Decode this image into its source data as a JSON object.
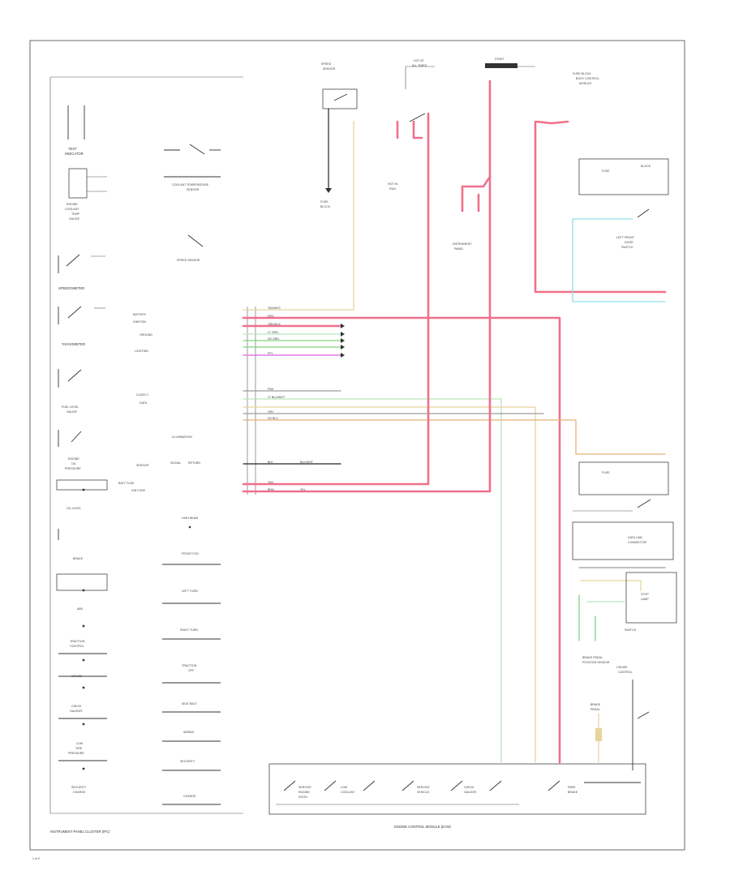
{
  "diagram": {
    "left_column_labels": [
      "TEST",
      "INDICATOR",
      "ENGINE",
      "COOLANT",
      "TEMP",
      "GAUGE",
      "SPEEDOMETER",
      "TACHOMETER",
      "FUEL LEVEL",
      "GAUGE",
      "ENGINE",
      "OIL",
      "PRESSURE",
      "OIL LEVEL",
      "BRAKE",
      "ABS",
      "TRACTION",
      "CONTROL",
      "CRUISE",
      "CHECK",
      "GAUGES",
      "LOW",
      "TIRE",
      "PRESSURE",
      "SECURITY",
      "CHARGE"
    ],
    "mid_column_labels": [
      "COOLANT TEMPERATURE",
      "SENSOR",
      "SPEED SENSOR",
      "HIGH BEAM",
      "FRONT FOG",
      "LEFT TURN",
      "RIGHT TURN",
      "TRACTION",
      "OFF",
      "SEAT BELT",
      "AIRBAG",
      "SECURITY",
      "CHARGE"
    ],
    "connector_labels": [
      "BATTERY",
      "IGNITION",
      "GROUND",
      "LIGHTING",
      "CLASS 2",
      "DATA",
      "ILLUMINATION",
      "SIGNAL",
      "SENSOR",
      "RETURN",
      "BATT FUSE",
      "IGN FUSE"
    ],
    "wire_codes": [
      "TAN/WHT",
      "RED",
      "ORG/BLK",
      "LT GRN",
      "DK GRN",
      "PPL",
      "PNK",
      "GRY",
      "LT BLU/WHT",
      "DK BLU",
      "BLK",
      "BLK/WHT",
      "TAN",
      "BRN",
      "YEL"
    ],
    "top_labels": [
      "SPEED",
      "SENSOR",
      "FUSE",
      "BLOCK",
      "HOT AT",
      "ALL TIMES",
      "HOT IN",
      "RUN",
      "START",
      "INSTRUMENT",
      "PANEL",
      "FUSE BLOCK",
      "BODY CONTROL",
      "MODULE"
    ],
    "right_labels": [
      "FUSE",
      "BLOCK",
      "LEFT FRONT",
      "DOOR",
      "SWITCH",
      "DATA LINK",
      "CONNECTOR",
      "STOP",
      "LAMP",
      "SWITCH",
      "CRUISE",
      "CONTROL",
      "BRAKE",
      "PEDAL"
    ],
    "bottom_labels": [
      "SERVICE",
      "ENGINE",
      "SOON",
      "LOW",
      "COOLANT",
      "SERVICE",
      "VEHICLE",
      "CHECK",
      "GAUGES",
      "PARK",
      "BRAKE"
    ],
    "caption_left": "INSTRUMENT PANEL CLUSTER (IPC)",
    "caption_bottom": "ENGINE CONTROL MODULE (ECM)",
    "page_ref": "1 of 2"
  }
}
